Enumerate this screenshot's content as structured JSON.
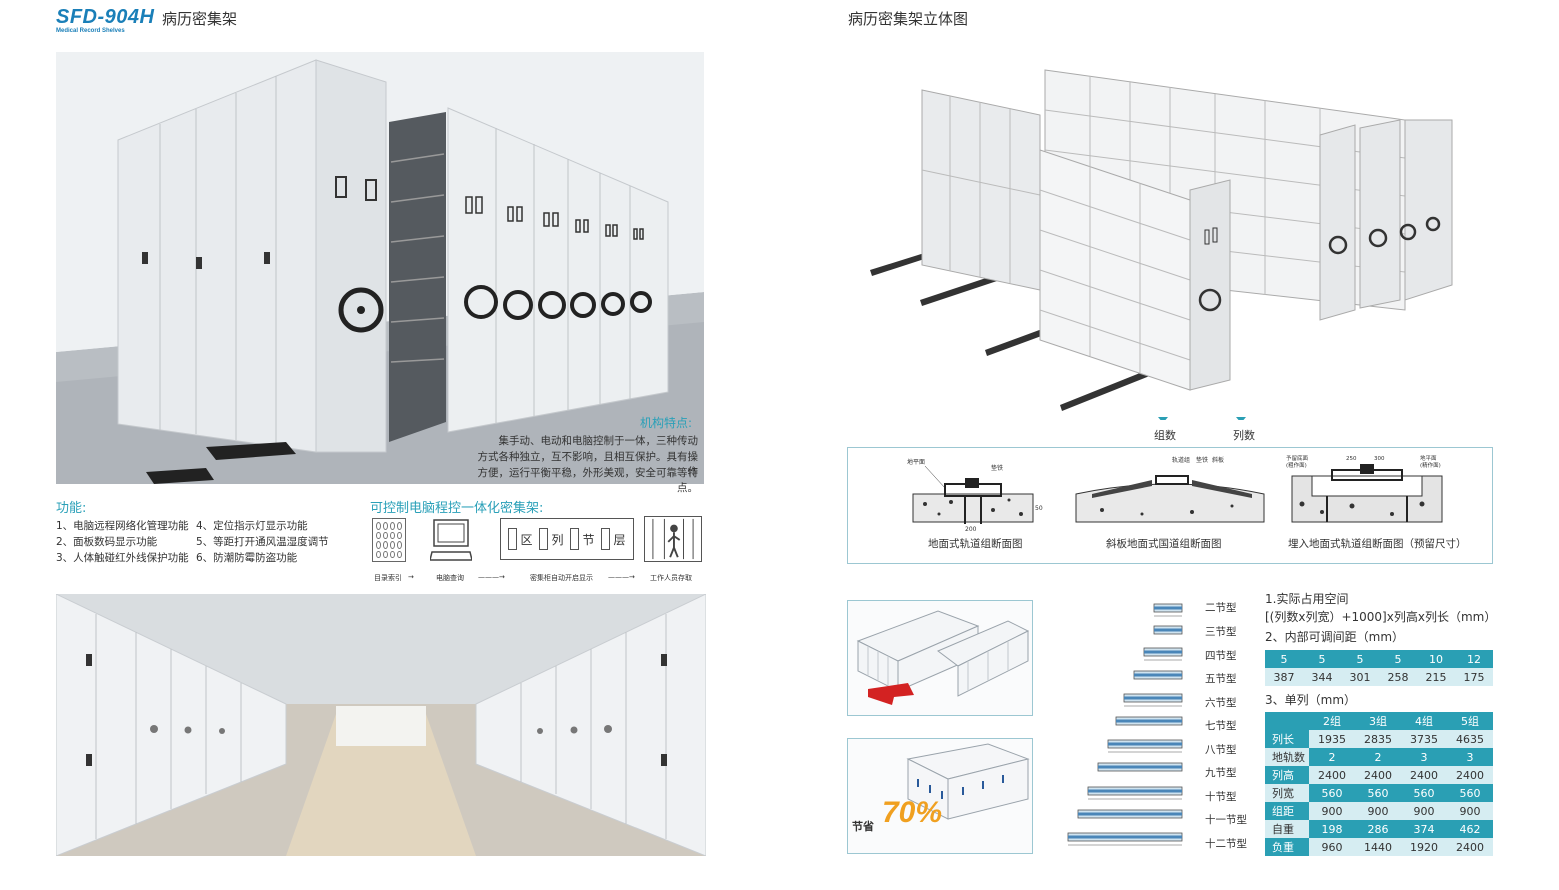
{
  "left_page": {
    "model": "SFD-904H",
    "model_subtitle": "Medical Record Shelves",
    "title": "病历密集架",
    "mechanism": {
      "title": "机构特点:",
      "lines": [
        "集手动、电动和电脑控制于一体，三种传动",
        "方式各种独立，互不影响，且相互保护。具有操作",
        "方便，运行平衡平稳，外形美观，安全可靠等特点。"
      ]
    },
    "functions": {
      "title": "功能:",
      "col1": [
        "1、电脑远程网络化管理功能",
        "2、面板数码显示功能",
        "3、人体触碰红外线保护功能"
      ],
      "col2": [
        "4、定位指示灯显示功能",
        "5、等距打开通风温湿度调节",
        "6、防潮防霉防盗功能"
      ]
    },
    "control": {
      "title": "可控制电脑程控一体化密集架:",
      "zone_chars": [
        "区",
        "列",
        "节",
        "层"
      ],
      "steps": [
        "目录索引",
        "电脑查询",
        "密集柜自动开启显示",
        "工作人员存取"
      ]
    }
  },
  "right_page": {
    "title": "病历密集架立体图",
    "iso_labels": {
      "groups": "组数",
      "columns": "列数"
    },
    "sections": [
      {
        "caption": "地面式轨道组断面图",
        "labels": [
          "地平面",
          "垫铁",
          "200",
          "50"
        ]
      },
      {
        "caption": "斜板地面式国道组断面图",
        "labels": [
          "轨道组",
          "垫铁",
          "斜板"
        ]
      },
      {
        "caption": "埋入地面式轨道组断面图（预留尺寸）",
        "labels": [
          "予留底面",
          "(粗作面)",
          "250",
          "300",
          "地平面",
          "(精作面)"
        ]
      }
    ],
    "save": {
      "text": "节省",
      "percent": "70%"
    },
    "section_types": [
      "二节型",
      "三节型",
      "四节型",
      "五节型",
      "六节型",
      "七节型",
      "八节型",
      "九节型",
      "十节型",
      "十一节型",
      "十二节型"
    ],
    "specs": {
      "line1": "1.实际占用空间",
      "line2": "[(列数x列宽）+1000]x列高x列长（mm）",
      "line3": "2、内部可调间距（mm）",
      "table1": {
        "header": [
          "5",
          "5",
          "5",
          "5",
          "10",
          "12"
        ],
        "values": [
          "387",
          "344",
          "301",
          "258",
          "215",
          "175"
        ]
      },
      "line4": "3、单列（mm）",
      "table2": {
        "header": [
          "",
          "2组",
          "3组",
          "4组",
          "5组"
        ],
        "rows": [
          [
            "列长",
            "1935",
            "2835",
            "3735",
            "4635"
          ],
          [
            "地轨数",
            "2",
            "2",
            "3",
            "3"
          ],
          [
            "列高",
            "2400",
            "2400",
            "2400",
            "2400"
          ],
          [
            "列宽",
            "560",
            "560",
            "560",
            "560"
          ],
          [
            "组距",
            "900",
            "900",
            "900",
            "900"
          ],
          [
            "自重",
            "198",
            "286",
            "374",
            "462"
          ],
          [
            "负重",
            "960",
            "1440",
            "1920",
            "2400"
          ]
        ]
      }
    }
  },
  "colors": {
    "accent": "#2a9fb4",
    "brand": "#1a7fb8",
    "highlight": "#f0a020"
  }
}
